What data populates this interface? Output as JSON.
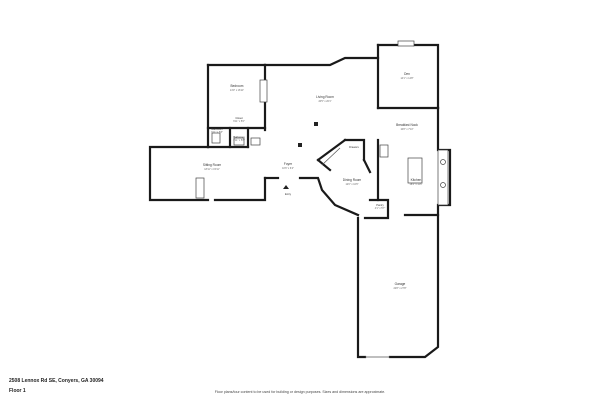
{
  "address": "2508 Lennox Rd SE, Conyers, GA 30094",
  "floor_label": "Floor 1",
  "disclaimer": "Floor plans/tour content to be used for building or design purposes. Sizes and dimensions are approximate.",
  "rooms": {
    "bedroom": {
      "name": "Bedroom",
      "dim": "14'0\" x 16'11\""
    },
    "closet": {
      "name": "Closet",
      "dim": "6'11\" x 5'0\""
    },
    "bathroom1": {
      "name": "Bathroom",
      "dim": "6'11\" x 5'8\""
    },
    "bathroom2": {
      "name": "Bathroom",
      "dim": "6'11\" x 5'8\""
    },
    "sitting": {
      "name": "Sitting Room",
      "dim": "18'11\" x 15'11\""
    },
    "living": {
      "name": "Living Room",
      "dim": "20'5\" x 20'1\""
    },
    "foyer": {
      "name": "Foyer",
      "dim": "10'6\" x 6'4\""
    },
    "entry": {
      "name": "Entry"
    },
    "dining": {
      "name": "Dining Room",
      "dim": "12'0\" x 10'6\""
    },
    "drawers": {
      "name": "Drawers",
      "dim": ""
    },
    "pantry": {
      "name": "Pantry",
      "dim": "4'1\" x 5'7\""
    },
    "den": {
      "name": "Den",
      "dim": "14'1\" x 14'8\""
    },
    "breakfast": {
      "name": "Breakfast Nook",
      "dim": "10'8\" x 7'10\""
    },
    "kitchen": {
      "name": "Kitchen",
      "dim": "18'4\" x 11'6\""
    },
    "garage": {
      "name": "Garage",
      "dim": "22'8\" x 27'8\""
    }
  }
}
